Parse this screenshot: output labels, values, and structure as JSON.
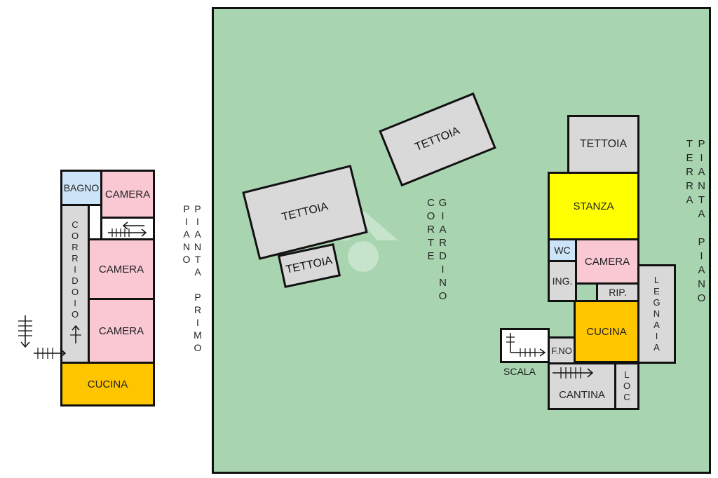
{
  "colors": {
    "garden": "#a8d5b0",
    "grey_room": "#d9d9d9",
    "pink_room": "#f9c8d3",
    "blue_room": "#cce4f7",
    "yellow_room": "#ffff00",
    "orange_room": "#ffc600"
  },
  "first_floor": {
    "title": "PIANTA PRIMO PIANO",
    "rooms": {
      "bagno": "BAGNO",
      "camera_top": "CAMERA",
      "corridoio": "CORRIDOIO",
      "camera_mid": "CAMERA",
      "camera_low": "CAMERA",
      "cucina": "CUCINA"
    }
  },
  "garden": {
    "label": "GIARDINO CORTE",
    "tettoia_1": "TETTOIA",
    "tettoia_2": "TETTOIA",
    "tettoia_3": "TETTOIA"
  },
  "ground_floor": {
    "title": "PIANTA PIANO TERRA",
    "rooms": {
      "tettoia": "TETTOIA",
      "stanza": "STANZA",
      "wc": "WC",
      "camera": "CAMERA",
      "ing": "ING.",
      "rip": "RIP.",
      "legnaia": "LEGNAIA",
      "cucina": "CUCINA",
      "fno": "F.NO",
      "scala": "SCALA",
      "cantina": "CANTINA",
      "loc": "LOC"
    }
  }
}
